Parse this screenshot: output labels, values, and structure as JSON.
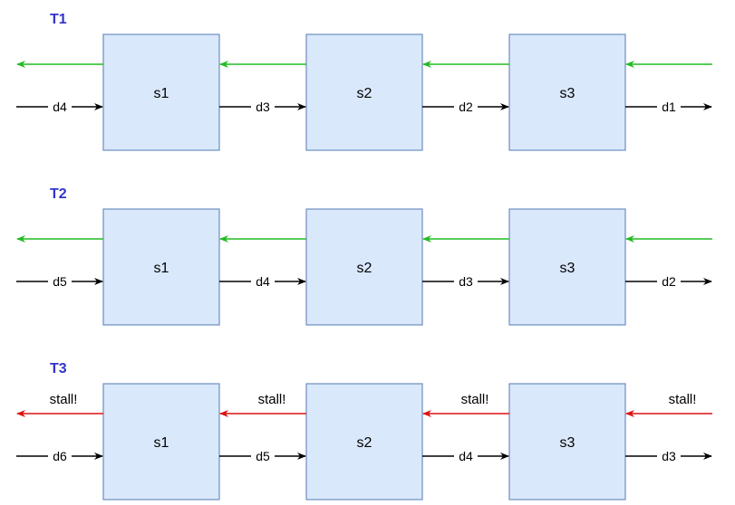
{
  "colors": {
    "box_fill": "#dae8fc",
    "box_stroke": "#6c8ebf",
    "ready_arrow": "#22bb22",
    "stall_arrow": "#dd1111",
    "data_arrow": "#000000",
    "row_label": "#3333cc"
  },
  "rows": [
    {
      "label": "T1",
      "stages": [
        "s1",
        "s2",
        "s3"
      ],
      "data_labels": [
        "d4",
        "d3",
        "d2",
        "d1"
      ],
      "backpressure": "ready",
      "stall_labels": [
        "",
        "",
        "",
        ""
      ]
    },
    {
      "label": "T2",
      "stages": [
        "s1",
        "s2",
        "s3"
      ],
      "data_labels": [
        "d5",
        "d4",
        "d3",
        "d2"
      ],
      "backpressure": "ready",
      "stall_labels": [
        "",
        "",
        "",
        ""
      ]
    },
    {
      "label": "T3",
      "stages": [
        "s1",
        "s2",
        "s3"
      ],
      "data_labels": [
        "d6",
        "d5",
        "d4",
        "d3"
      ],
      "backpressure": "stall",
      "stall_labels": [
        "stall!",
        "stall!",
        "stall!",
        "stall!"
      ]
    }
  ]
}
